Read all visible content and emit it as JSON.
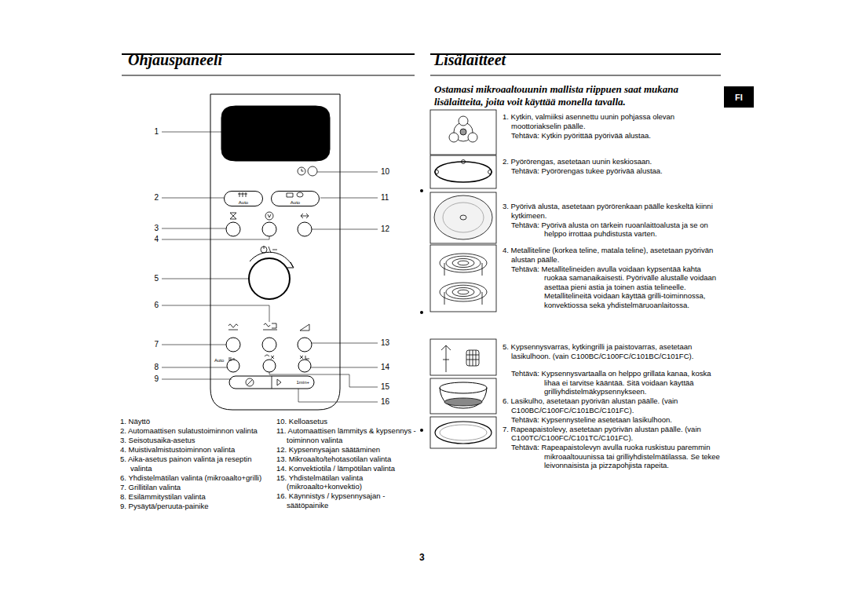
{
  "diagram": {
    "title": "Ohjauspaneeli",
    "nodes": [
      {
        "text": [
          "FI"
        ]
      },
      {
        "text": [
          "Auto"
        ]
      },
      {
        "text": [
          "Auto"
        ]
      },
      {
        "text": [
          "1min+"
        ]
      }
    ],
    "labels": [
      "Lisälaitteet",
      "Ostamasi mikroaaltouunin mallista riippuen saat mukana lisälaitteita, joita voit käyttää monella tavalla.",
      "1",
      "2",
      "3",
      "4",
      "5",
      "6",
      "7",
      "8",
      "9",
      "10",
      "11",
      "12",
      "13",
      "14",
      "15",
      "16",
      "1. Näyttö",
      "2. Automaattisen sulatustoiminnon valinta",
      "3. Seisotusaika-asetus",
      "4. Muistivalmistustoiminnon valinta",
      "5. Aika-asetus painon valinta ja reseptin valinta",
      "6. Yhdistelmätilan valinta (mikroaalto+grilli)",
      "7. Grillitilan valinta",
      "8. Esilämmitystilan valinta",
      "9. Pysäytä/peruuta-painike",
      "10. Kelloasetus",
      "11. Automaattisen lämmitys & kypsennys -toiminnon valinta",
      "12. Kypsennysajan säätäminen",
      "13. Mikroaalto/tehotasotilan valinta",
      "14. Konvektiotila / lämpötilan valinta",
      "15. Yhdistelmätilan valinta (mikroaalto+konvektio)",
      "16. Käynnistys / kypsennysajan -säätöpainike",
      "1. Kytkin, valmiiksi asennettu uunin pohjassa olevan moottoriakselin päälle.",
      "Tehtävä: Kytkin pyörittää pyörivää alustaa.",
      "2. Pyörörengas, asetetaan uunin keskiosaan.",
      "Tehtävä: Pyörörengas tukee pyörivää alustaa.",
      "3. Pyörivä alusta, asetetaan pyörörenkaan päälle keskeltä kiinni kytkimeen.",
      "Tehtävä: Pyörivä alusta on tärkein ruoanlaittoalusta ja se on helppo irrottaa puhdistusta varten.",
      "4. Metalliteline (korkea teline, matala teline), asetetaan pyörivän alustan päälle.",
      "Tehtävä: Metallitelineiden avulla voidaan kypsentää kahta ruokaa samanaikaisesti. Pyörivälle alustalle voidaan asettaa pieni astia ja toinen astia telineelle. Metallitelineitä voidaan käyttää grilli-toiminnossa, konvektiossa sekä yhdistelmäruoanlaitossa.",
      "5. Kypsennysvarras, kytkingrilli ja paistovarras, asetetaan lasikulhoon. (vain C100BC/C100FC/C101BC/C101FC).",
      "Tehtävä: Kypsennysvartaalla on helppo grillata kanaa, koska lihaa ei tarvitse kääntää. Sitä voidaan käyttää grilliyhdistelmäkypsennykseen.",
      "6. Lasikulho, asetetaan pyörivän alustan päälle. (vain C100BC/C100FC/C101BC/C101FC).",
      "Tehtävä: Kypsennysteline asetetaan lasikulhoon.",
      "7. Rapeapaistolevy, asetetaan pyörivän alustan päälle. (vain C100TC/C100FC/C101TC/C101FC).",
      "Tehtävä: Rapeapaistolevyn avulla ruoka ruskistuu paremmin mikroaaltouunissa tai grilliyhdistelmätilassa. Se tekee leivonnaisista ja pizzapohjista rapeita.",
      "Auto",
      "3"
    ]
  }
}
